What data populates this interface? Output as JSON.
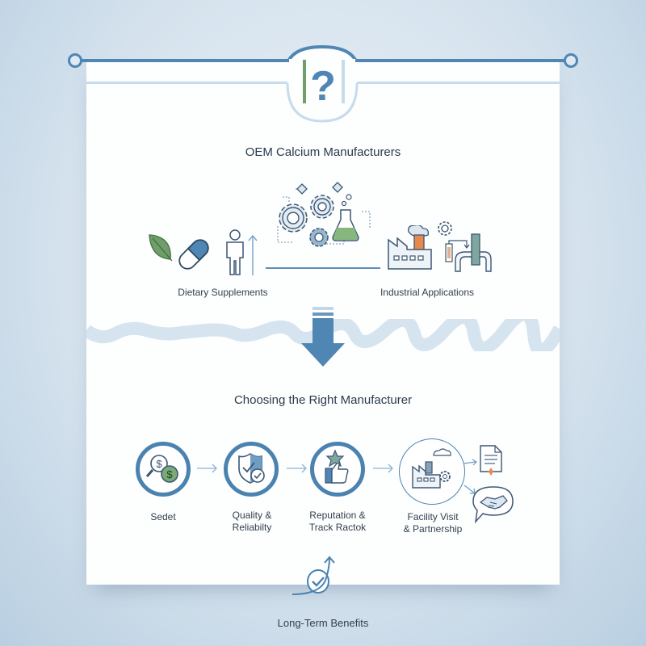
{
  "header": {
    "badge_icon": "question-mark-icon",
    "badge_symbol": "?"
  },
  "section1": {
    "title": "OEM Calcium Manufacturers",
    "left": {
      "label": "Dietary Supplements",
      "icons": [
        "leaf-icon",
        "capsule-icon",
        "person-icon",
        "growth-arrow-icon"
      ]
    },
    "center": {
      "icons": [
        "gears-icon",
        "flask-icon"
      ]
    },
    "right": {
      "label": "Industrial Applications",
      "icons": [
        "factory-icon",
        "gear-icon",
        "pipe-icon"
      ]
    }
  },
  "divider": {
    "icon": "down-arrow-icon"
  },
  "section2": {
    "title": "Choosing the Right Manufacturer",
    "steps": [
      {
        "label": "Sedet",
        "icon": "search-dollar-icon"
      },
      {
        "label_line1": "Quality &",
        "label_line2": "Reliabilty",
        "icon": "shield-check-icon"
      },
      {
        "label_line1": "Reputation &",
        "label_line2": "Track Ractok",
        "icon": "thumbs-up-star-icon"
      },
      {
        "label_line1": "Facility Visit",
        "label_line2": "& Partnership",
        "icon": "factory-visit-icon"
      }
    ],
    "extras": [
      "contract-document-icon",
      "handshake-icon"
    ]
  },
  "footer": {
    "label": "Long-Term Benefits",
    "icon": "check-growth-icon"
  },
  "colors": {
    "primary_blue": "#4a82b0",
    "light_blue": "#c7dbea",
    "green": "#6f9e6b",
    "orange": "#e7894f",
    "text": "#2b3b4e"
  }
}
